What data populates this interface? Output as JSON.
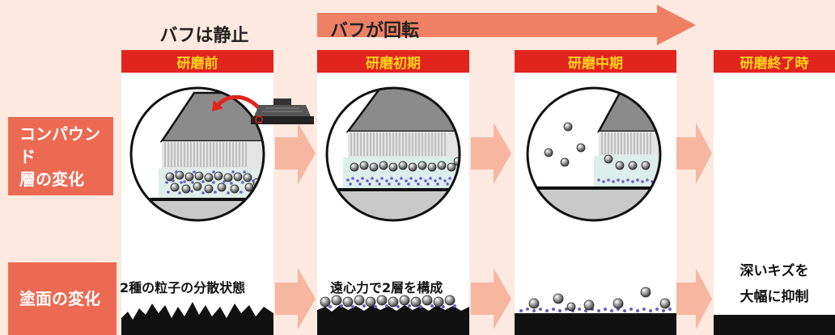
{
  "banners": {
    "static": "バフは静止",
    "rotating": "バフが回転"
  },
  "stages": [
    {
      "label": "研磨前"
    },
    {
      "label": "研磨初期"
    },
    {
      "label": "研磨中期"
    },
    {
      "label": "研磨終了時"
    }
  ],
  "rows": {
    "compound_line1": "コンパウンド",
    "compound_line2": "層の変化",
    "coating": "塗面の変化"
  },
  "coating_captions": {
    "stage1": "2種の粒子の分散状態",
    "stage2": "遠心力で2層を構成",
    "final_line1": "深いキズを",
    "final_line2": "大幅に抑制"
  },
  "colors": {
    "background": "#fde9e0",
    "header_red": "#e2241f",
    "header_text": "#ffd21c",
    "row_label": "#ec6a52",
    "arrow": "#ef8064",
    "step_arrow": "#f7b6a0"
  }
}
